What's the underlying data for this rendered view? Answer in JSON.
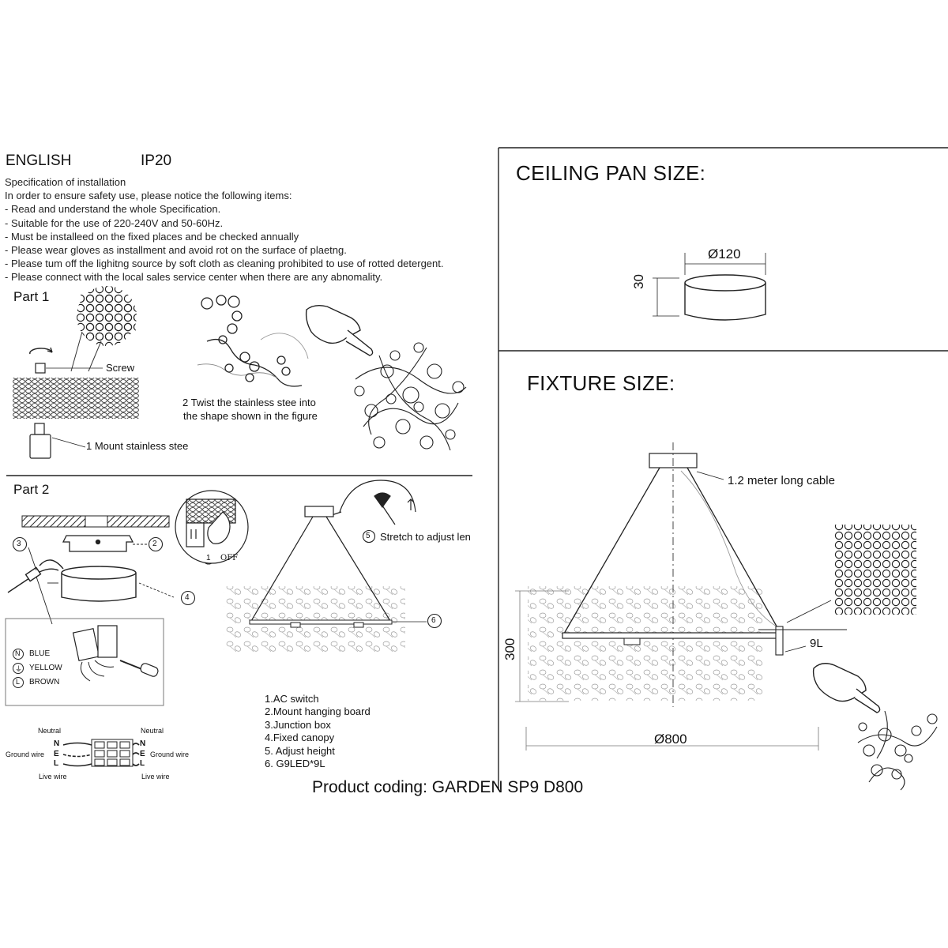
{
  "header": {
    "language": "ENGLISH",
    "ip_rating": "IP20"
  },
  "spec": {
    "title": "Specification of installation",
    "intro": "In order to ensure safety use, please notice the following items:",
    "items": [
      "- Read and understand the whole Specification.",
      "- Suitable for the use of 220-240V and 50-60Hz.",
      "- Must be installeed on the fixed places and be checked annually",
      "- Please wear gloves as installment and avoid rot on the surface of plaetng.",
      "- Please tum off the lighitng source by soft cloth as cleaning prohibited to use of rotted detergent.",
      "- Please connect with the local sales service center when there are any abnomality."
    ]
  },
  "part1": {
    "title": "Part 1",
    "screw": "Screw",
    "step1": "1 Mount stainless stee",
    "step2_line1": "2 Twist the stainless stee  into",
    "step2_line2": "the shape shown in the figure"
  },
  "part2": {
    "title": "Part 2",
    "callouts": [
      "3",
      "2",
      "4",
      "6",
      "5"
    ],
    "stretch": "Stretch to adjust len",
    "off_label": "OFF",
    "off_num": "1",
    "wires": [
      {
        "symbol": "N",
        "label": "BLUE"
      },
      {
        "symbol": "⏚",
        "label": "YELLOW"
      },
      {
        "symbol": "L",
        "label": "BROWN"
      }
    ],
    "wiring": {
      "neutral": "Neutral",
      "ground": "Ground wire",
      "live": "Live wire",
      "n": "N",
      "e": "E",
      "l": "L"
    },
    "legend": [
      "1.AC switch",
      "2.Mount hanging board",
      "3.Junction box",
      "4.Fixed canopy",
      "5. Adjust height",
      "6. G9LED*9L"
    ]
  },
  "ceiling": {
    "title": "CEILING PAN SIZE:",
    "diameter": "Ø120",
    "height": "30"
  },
  "fixture": {
    "title": "FIXTURE SIZE:",
    "cable": "1.2 meter long cable",
    "height": "300",
    "lamps": "9L",
    "diameter": "Ø800"
  },
  "product_coding": "Product coding: GARDEN SP9 D800",
  "colors": {
    "ink": "#111111",
    "line": "#222222",
    "muted": "#777777"
  },
  "icons": [
    "rotate-arrow-icon",
    "hand-pointer-icon",
    "screwdriver-icon",
    "switch-icon"
  ]
}
